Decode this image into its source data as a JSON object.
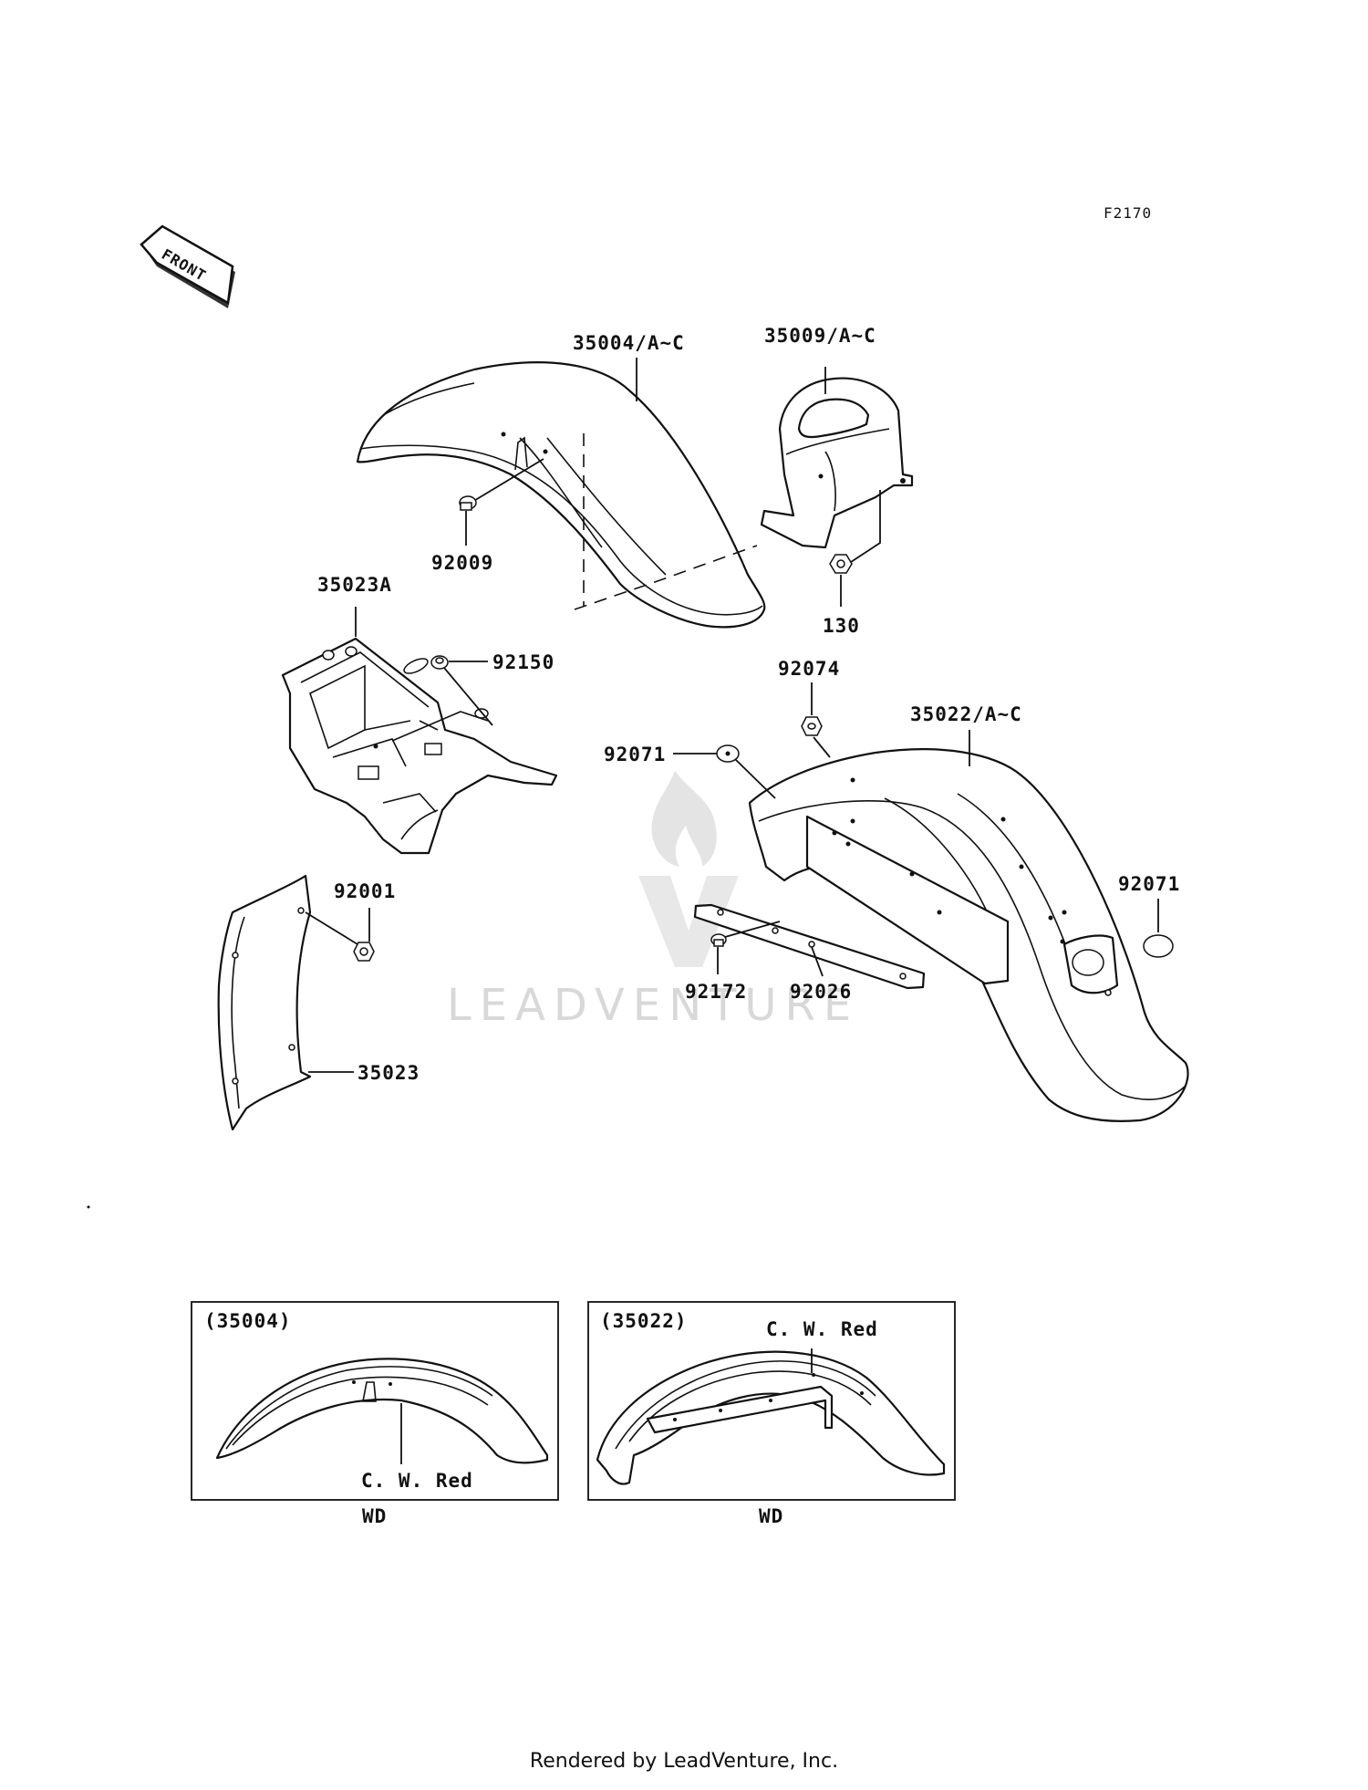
{
  "figure_code": "F2170",
  "front_label": "FRONT",
  "watermark": "LEADVENTURE",
  "footer": "Rendered by LeadVenture, Inc.",
  "callouts": {
    "p35004": "35004/A~C",
    "p35009": "35009/A~C",
    "p92009": "92009",
    "p130": "130",
    "p35023A": "35023A",
    "p92150": "92150",
    "p92074": "92074",
    "p35022": "35022/A~C",
    "p92071_left": "92071",
    "p92071_right": "92071",
    "p92001": "92001",
    "p92172": "92172",
    "p92026": "92026",
    "p35023": "35023"
  },
  "insets": [
    {
      "ref": "(35004)",
      "note": "C. W. Red",
      "caption": "WD"
    },
    {
      "ref": "(35022)",
      "note": "C. W. Red",
      "caption": "WD"
    }
  ]
}
